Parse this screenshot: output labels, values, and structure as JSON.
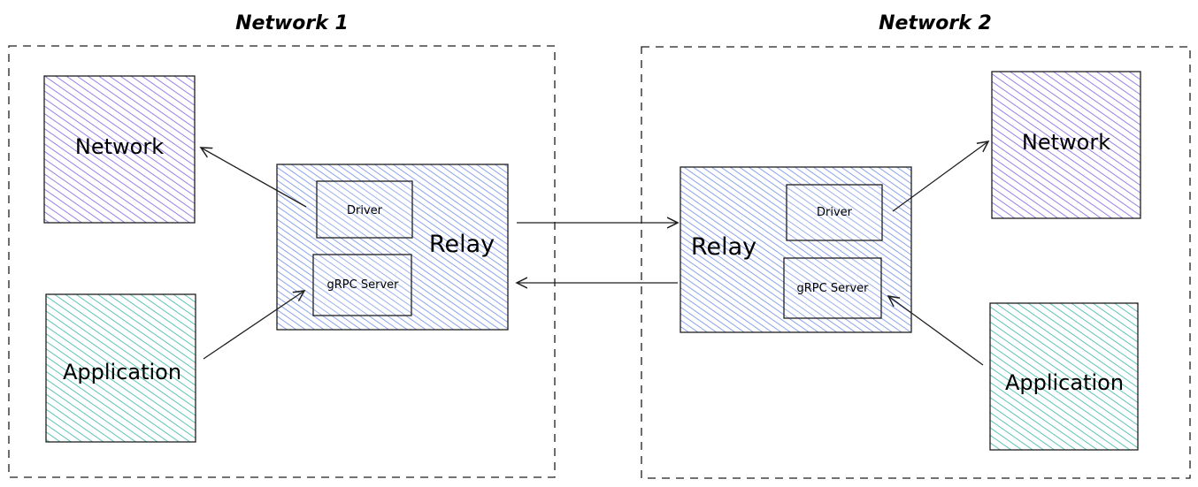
{
  "diagram": {
    "groups": [
      {
        "title": "Network 1",
        "network_label": "Network",
        "application_label": "Application",
        "relay_label": "Relay",
        "driver_label": "Driver",
        "grpc_label": "gRPC Server"
      },
      {
        "title": "Network 2",
        "network_label": "Network",
        "application_label": "Application",
        "relay_label": "Relay",
        "driver_label": "Driver",
        "grpc_label": "gRPC Server"
      }
    ],
    "colors": {
      "network_fill": "#b39df0",
      "application_fill": "#7fd3c8",
      "relay_fill": "#9db4f2",
      "stroke": "#1e1e1e"
    }
  }
}
